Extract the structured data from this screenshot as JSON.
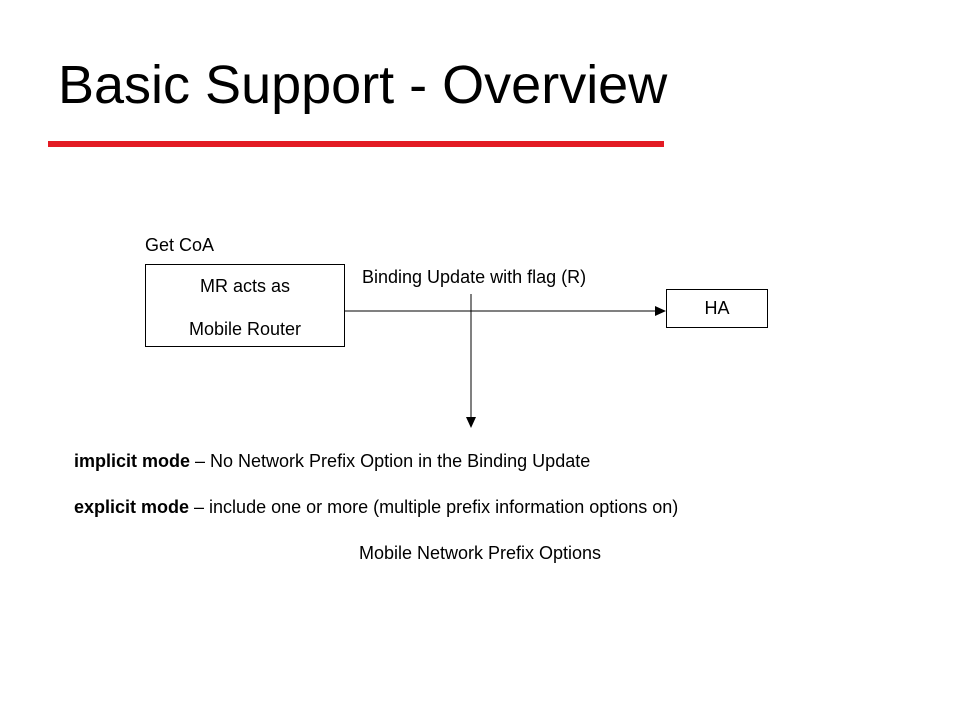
{
  "slide": {
    "title": "Basic Support - Overview"
  },
  "diagram": {
    "get_coa_label": "Get CoA",
    "mr_box": {
      "line1": "MR acts as",
      "line2": "Mobile Router"
    },
    "binding_update_label": "Binding Update with flag (R)",
    "ha_box": {
      "label": "HA"
    }
  },
  "modes": {
    "implicit": {
      "term": "implicit mode",
      "description": " – No Network Prefix Option in the Binding Update"
    },
    "explicit": {
      "term": "explicit mode",
      "description": " – include one or more (multiple prefix information options on)",
      "continuation": "Mobile Network Prefix Options"
    }
  },
  "colors": {
    "accent": "#e31b23",
    "text": "#000000",
    "background": "#ffffff"
  }
}
